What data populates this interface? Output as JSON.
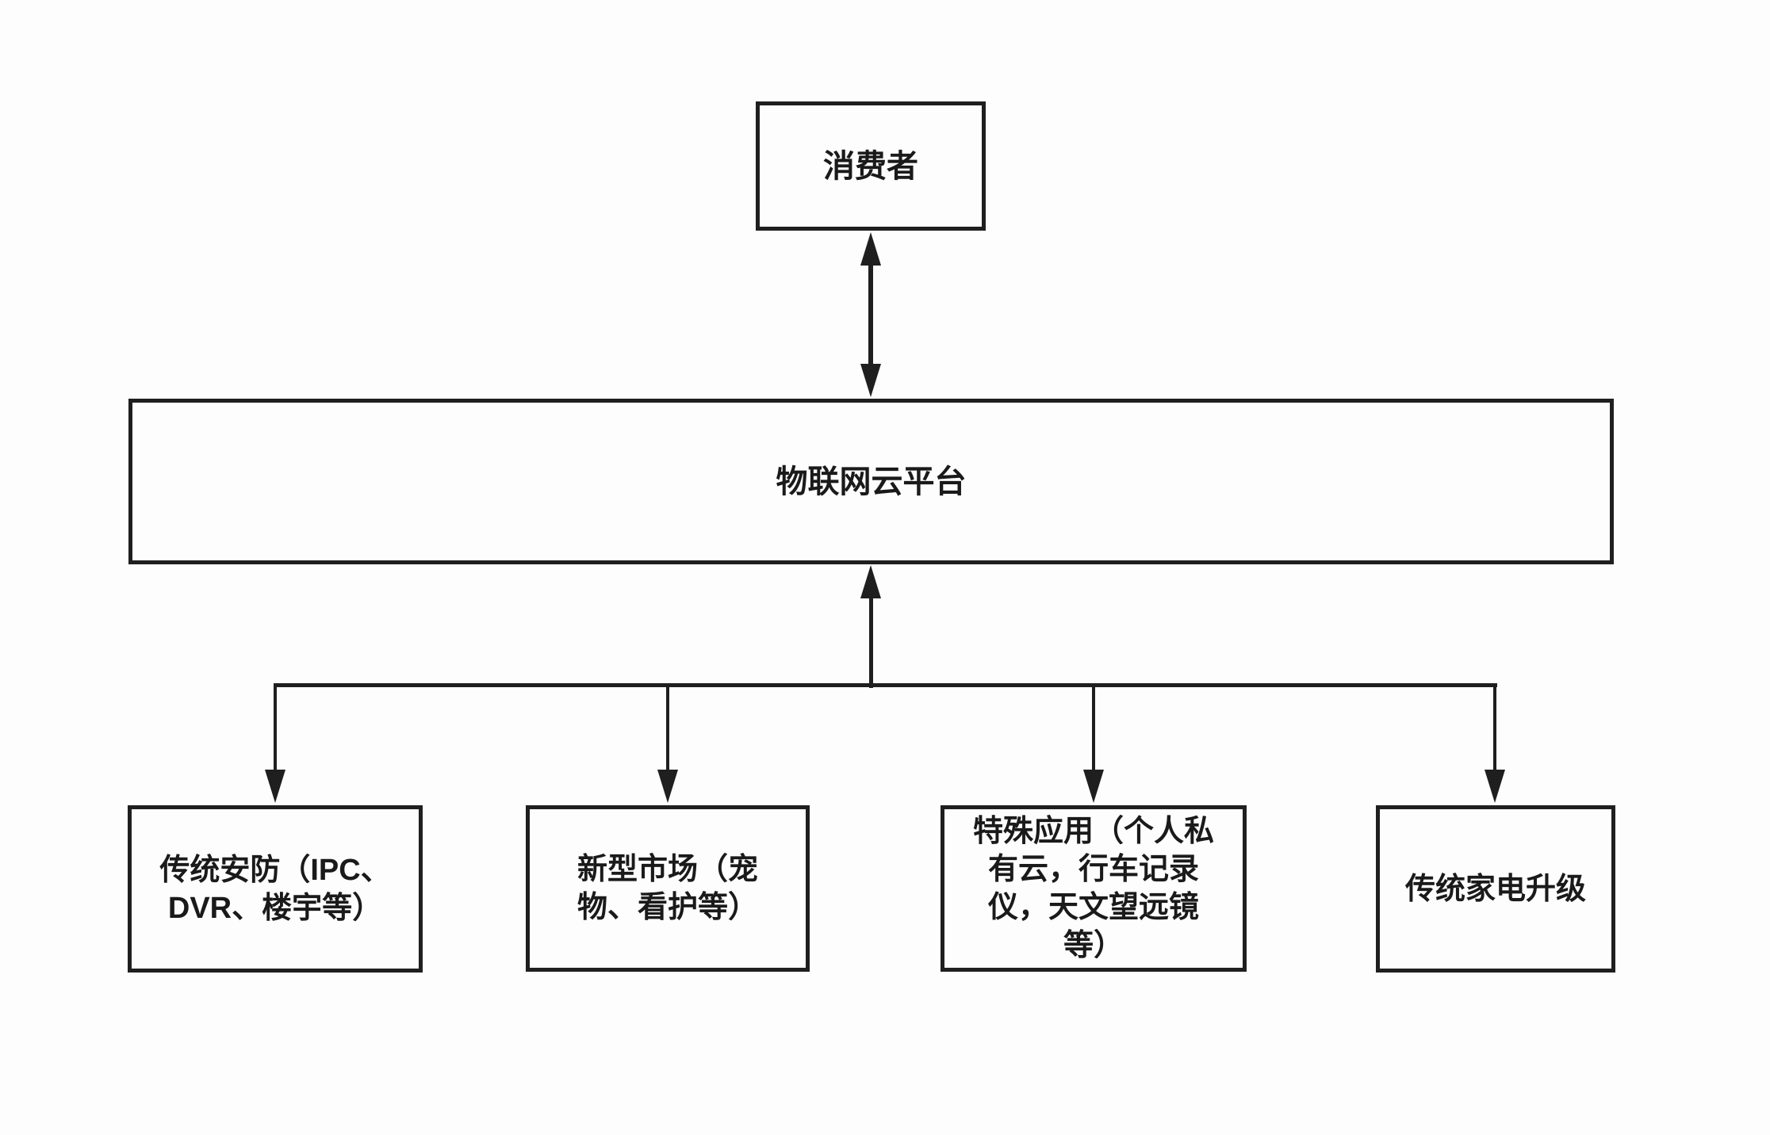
{
  "diagram": {
    "type": "flowchart",
    "colors": {
      "stroke": "#1f1f1f",
      "text": "#1a1a1a",
      "background": "#fdfdfd"
    }
  },
  "nodes": {
    "consumer": {
      "label": "消费者"
    },
    "platform": {
      "label": "物联网云平台"
    },
    "security": {
      "label": "传统安防（IPC、DVR、楼宇等）",
      "lines": [
        "传统安防（IPC、",
        "DVR、楼宇等）"
      ]
    },
    "market": {
      "label": "新型市场（宠物、看护等）",
      "lines": [
        "新型市场（宠",
        "物、看护等）"
      ]
    },
    "special": {
      "label": "特殊应用（个人私有云，行车记录仪，天文望远镜等）",
      "lines": [
        "特殊应用（个人私",
        "有云，行车记录",
        "仪，天文望远镜",
        "等）"
      ]
    },
    "appliance": {
      "label": "传统家电升级"
    }
  },
  "edges": [
    {
      "from": "consumer",
      "to": "platform",
      "style": "double-headed-arrow"
    },
    {
      "from": "branch-junction",
      "to": "platform",
      "style": "arrow-up"
    },
    {
      "from": "branch-junction",
      "to": "security",
      "style": "arrow-down"
    },
    {
      "from": "branch-junction",
      "to": "market",
      "style": "arrow-down"
    },
    {
      "from": "branch-junction",
      "to": "special",
      "style": "arrow-down"
    },
    {
      "from": "branch-junction",
      "to": "appliance",
      "style": "arrow-down"
    }
  ]
}
